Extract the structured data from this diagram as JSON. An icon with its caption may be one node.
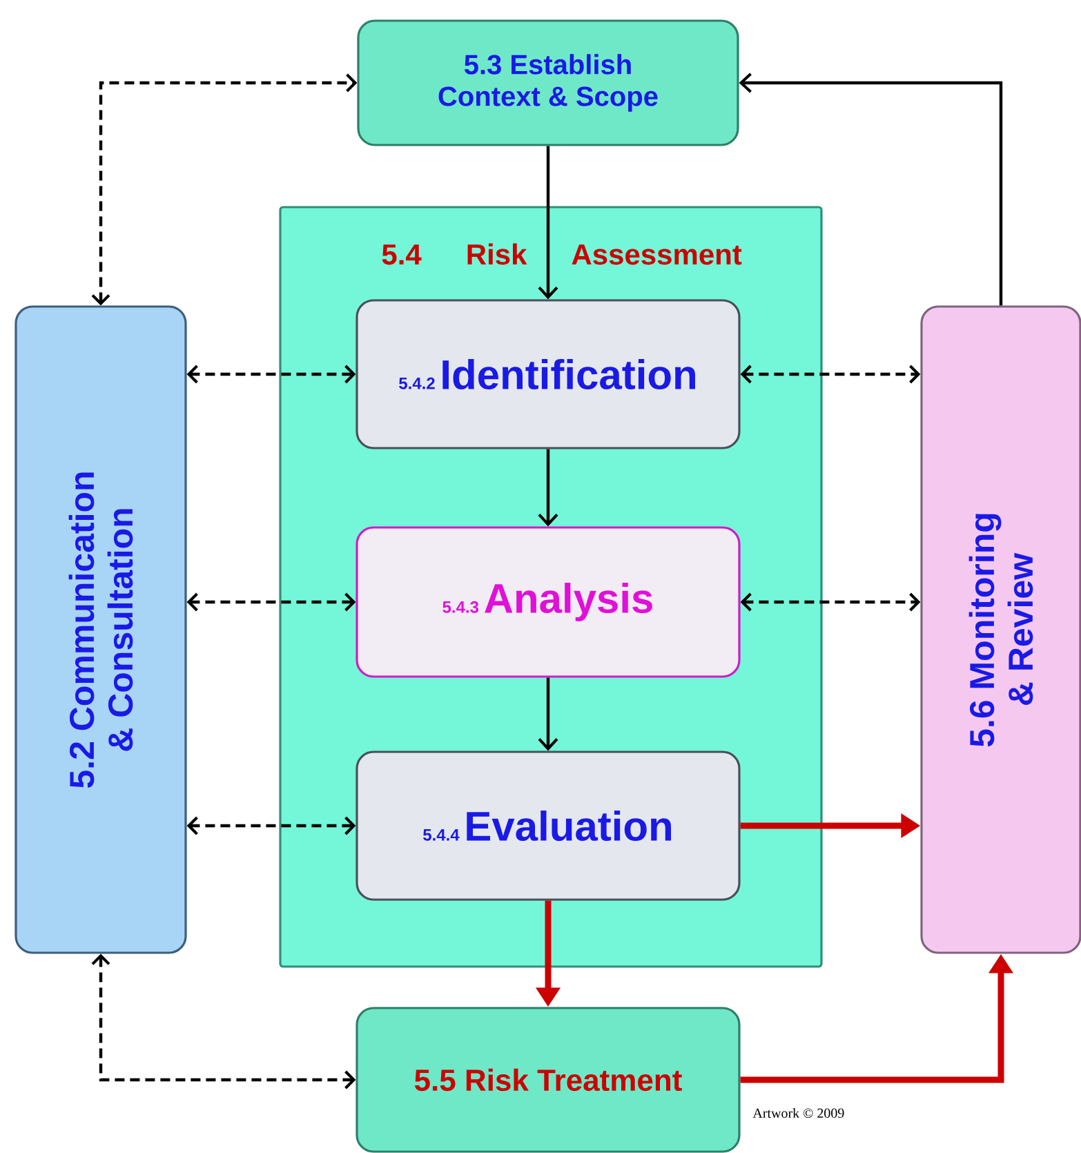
{
  "diagram": {
    "nodes": [
      {
        "text": [
          "5.3 Establish Context & Scope"
        ]
      },
      {
        "text": [
          "5.4 Risk Assessment"
        ]
      },
      {
        "text": [
          "5.4.2",
          "Identification"
        ],
        "in": 1
      },
      {
        "text": [
          "5.4.3",
          "Analysis"
        ],
        "in": 1
      },
      {
        "text": [
          "5.4.4",
          "Evaluation"
        ],
        "in": 1
      },
      {
        "text": [
          "5.2 Communication & Consultation"
        ]
      },
      {
        "text": [
          "5.6 Monitoring & Review"
        ]
      },
      {
        "text": [
          "5.5 Risk Treatment"
        ]
      }
    ],
    "edges": [
      {
        "from": 0,
        "to": 2,
        "arrow": "to"
      },
      {
        "from": 2,
        "to": 3,
        "arrow": "to"
      },
      {
        "from": 3,
        "to": 4,
        "arrow": "to"
      },
      {
        "from": 4,
        "to": 7,
        "arrow": "to",
        "style": "thick",
        "color": "#cc0000"
      },
      {
        "from": 4,
        "to": 6,
        "arrow": "to",
        "style": "thick",
        "color": "#cc0000"
      },
      {
        "from": 7,
        "to": 6,
        "arrow": "to",
        "style": "thick",
        "color": "#cc0000"
      },
      {
        "from": 6,
        "to": 0,
        "arrow": "to"
      },
      {
        "from": 5,
        "to": 0,
        "arrow": "both",
        "style": "dashed"
      },
      {
        "from": 5,
        "to": 7,
        "arrow": "both",
        "style": "dashed"
      },
      {
        "from": 5,
        "to": 2,
        "arrow": "both",
        "style": "dashed"
      },
      {
        "from": 5,
        "to": 3,
        "arrow": "both",
        "style": "dashed"
      },
      {
        "from": 5,
        "to": 4,
        "arrow": "both",
        "style": "dashed"
      },
      {
        "from": 2,
        "to": 6,
        "arrow": "both",
        "style": "dashed"
      },
      {
        "from": 3,
        "to": 6,
        "arrow": "both",
        "style": "dashed"
      }
    ],
    "labels": [
      "Artwork © 2009"
    ]
  }
}
